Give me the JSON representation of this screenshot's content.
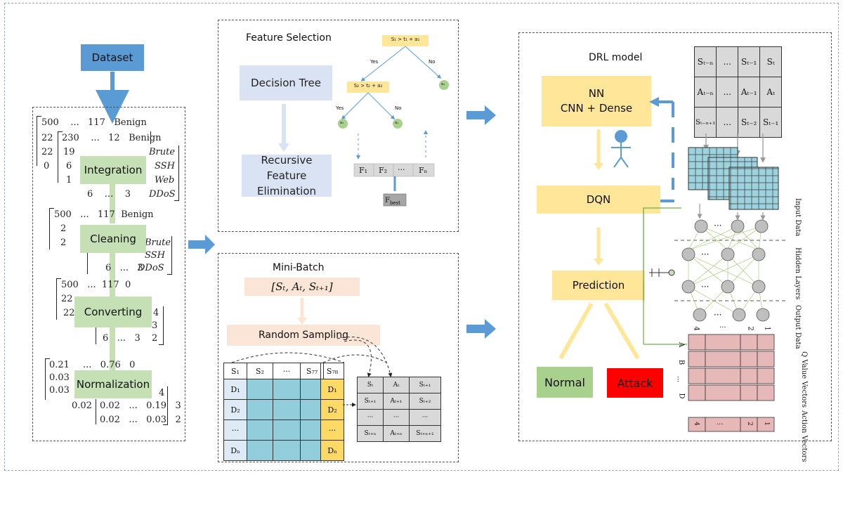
{
  "pipeline": {
    "dataset_label": "Dataset",
    "stages": [
      "Integration",
      "Cleaning",
      "Converting",
      "Normalization"
    ],
    "matrix_integration": {
      "row1": "500    ...   117   Benign",
      "row2": "22",
      "row2b": "230    ...   12   Benign",
      "row3": "22",
      "row3b": "19",
      "row4": "0",
      "row4b": "6",
      "row5b": "1",
      "labels": [
        "Brute",
        "SSH",
        "Web",
        "DDoS"
      ],
      "bottom": "6    ...    3"
    },
    "matrix_cleaning": {
      "row1": "500   ...   117  Benign",
      "row2": "2",
      "row3": "2",
      "labels": [
        "Brute",
        "SSH",
        "DDoS"
      ],
      "bottom": "6   ...   3"
    },
    "matrix_converting": {
      "row1": "500   ...  117  0",
      "row2": "22",
      "row3": "22",
      "right": [
        "4",
        "3",
        "2"
      ],
      "bottom": "6   ...   3"
    },
    "matrix_normalization": {
      "row1": "0.21",
      "row1b": "...   0.76   0",
      "row2": "0.03",
      "row3": "0.03",
      "row4": "0.02   ...   0.19   3",
      "row5": "0.02   ...   0.03   2",
      "right": [
        "4"
      ],
      "extra": "0.02"
    }
  },
  "feature_selection": {
    "title": "Feature Selection",
    "decision_tree": "Decision Tree",
    "rfe": "Recursive Feature Elimination",
    "tree": {
      "root": "S₁ > t₁ + a₁",
      "node2": "S₂ > t₂ + a₂",
      "yes": "Yes",
      "no": "No",
      "leaf": "a₁"
    },
    "features": [
      "F₁",
      "F₂",
      "···",
      "Fₙ"
    ],
    "best": "F",
    "best_sub": "best"
  },
  "mini_batch": {
    "title": "Mini-Batch",
    "tuple": "[Sₜ, Aₜ, Sₜ₊₁]",
    "sampling": "Random Sampling",
    "header": [
      "S₁",
      "S₂",
      "···",
      "S₇₇"
    ],
    "label_header": "S₇₈",
    "rows": [
      "D₁",
      "D₂",
      "···",
      "Dₙ"
    ],
    "transition": [
      [
        "Sₜ",
        "Aₜ",
        "Sₜ₊₁"
      ],
      [
        "Sₜ₊₁",
        "Aₜ₊₁",
        "Sₜ₊₂"
      ],
      [
        "···",
        "···",
        "···"
      ],
      [
        "Sₜ₊ₙ",
        "Aₜ₊ₙ",
        "Sₜ₊ₙ₊₁"
      ]
    ]
  },
  "drl": {
    "title": "DRL model",
    "nn_line1": "NN",
    "nn_line2": "CNN + Dense",
    "dqn": "DQN",
    "prediction": "Prediction",
    "normal": "Normal",
    "attack": "Attack",
    "state_table": [
      [
        "Sₜ₋ₙ",
        "...",
        "Sₜ₋₁",
        "Sₜ"
      ],
      [
        "Aₜ₋ₙ",
        "...",
        "Aₜ₋₁",
        "Aₜ"
      ],
      [
        "Sₜ₋ₙ₊₁",
        "...",
        "Sₜ₋₂",
        "Sₜ₋₁"
      ]
    ],
    "side_labels": [
      "Input Data",
      "Hidden Layers",
      "Output Data",
      "Q Value Vectors",
      "Action Vectors"
    ],
    "dots": "···",
    "output_idx": [
      "4",
      "...",
      "2",
      "1"
    ],
    "q_rows": [
      "A",
      "B",
      "...",
      "D"
    ],
    "action_vec": [
      "4",
      "...",
      "2",
      "1"
    ],
    "colors": {
      "normal": "#a9d18e",
      "attack": "#ff0000",
      "yellow": "#ffe699",
      "teal": "#9dd3de",
      "pink": "#e6b8b7"
    }
  }
}
